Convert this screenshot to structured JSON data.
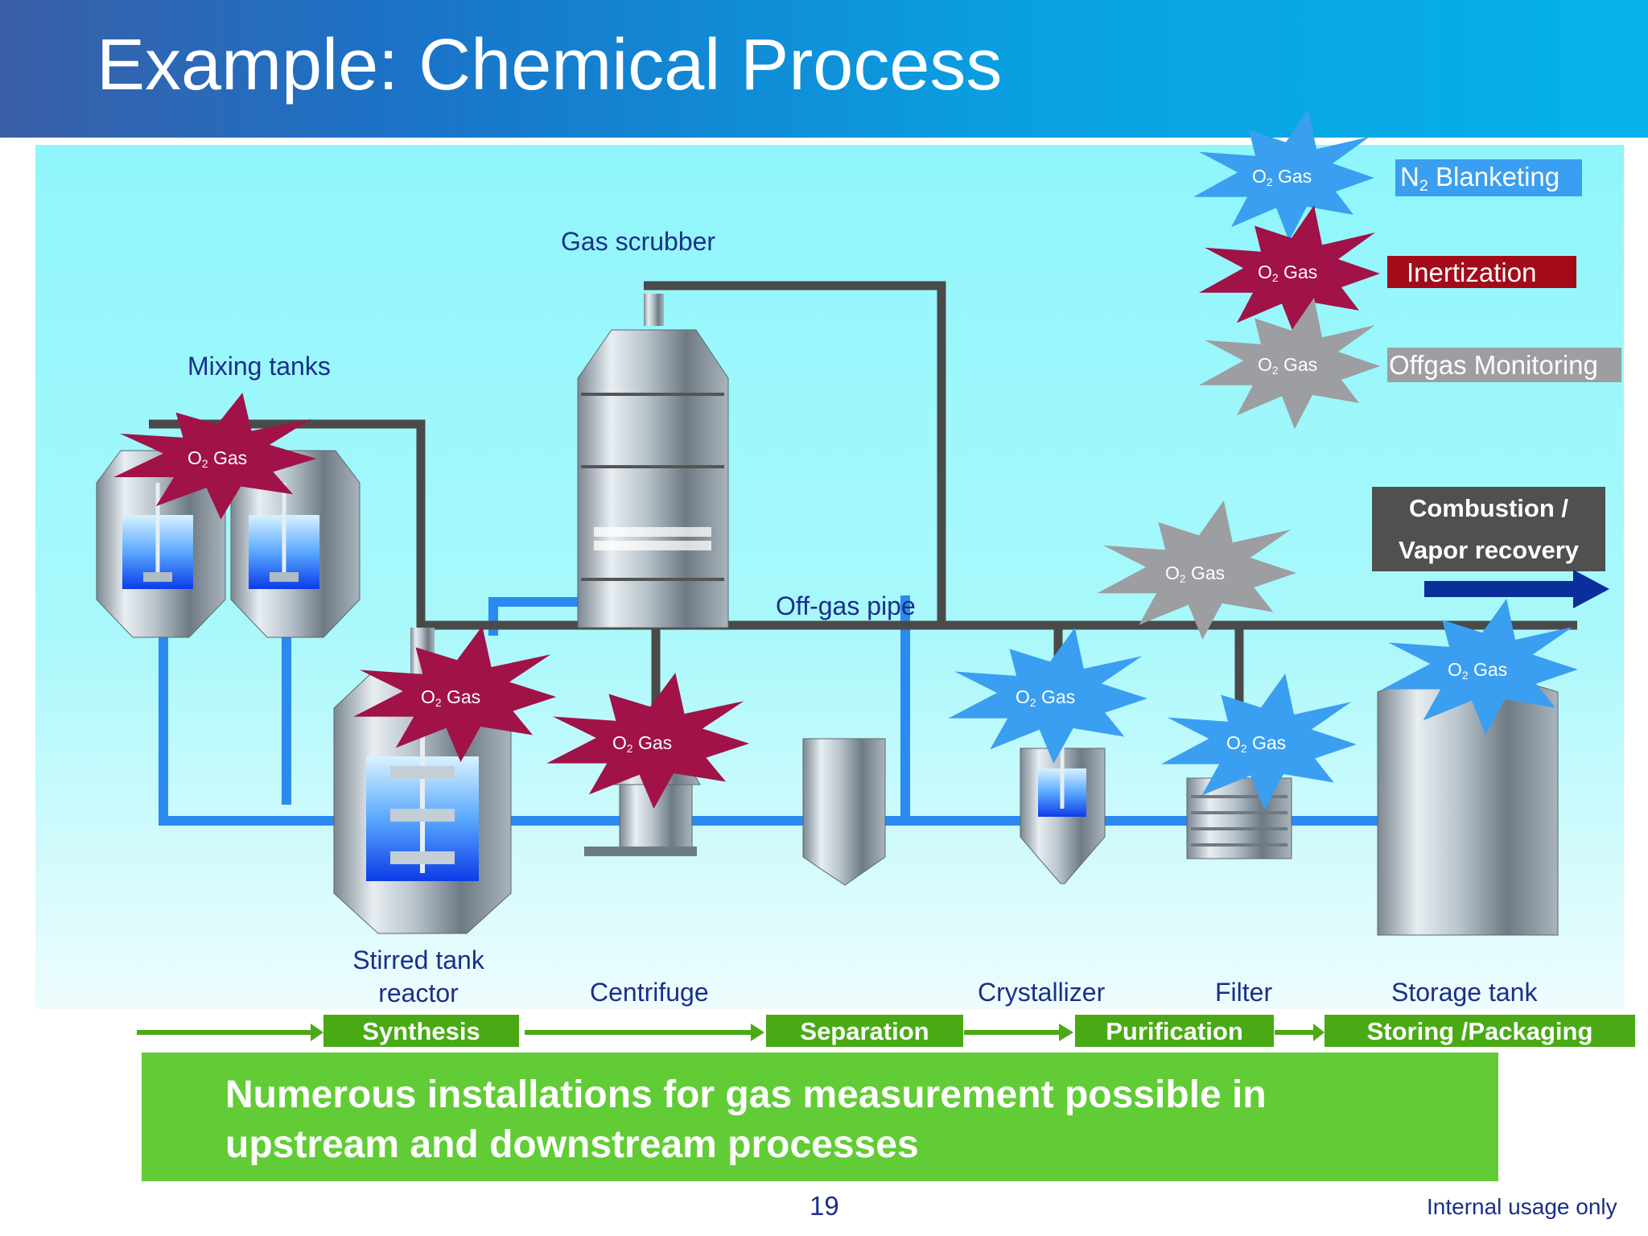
{
  "slide": {
    "title": "Example: Chemical Process",
    "page_number": "19",
    "footer_note": "Internal usage only"
  },
  "labels": {
    "mixing_tanks": "Mixing tanks",
    "gas_scrubber": "Gas scrubber",
    "off_gas_pipe": "Off-gas pipe",
    "stirred_tank_line1": "Stirred tank",
    "stirred_tank_line2": "reactor",
    "centrifuge": "Centrifuge",
    "crystallizer": "Crystallizer",
    "filter": "Filter",
    "storage_tank": "Storage tank",
    "combustion_line1": "Combustion /",
    "combustion_line2": "Vapor recovery"
  },
  "gas": {
    "element": "O",
    "subscript": "2",
    "word": "Gas"
  },
  "legend": {
    "blanketing": {
      "element": "N",
      "subscript": "2",
      "text": "Blanketing",
      "color": "#3a9ff0"
    },
    "inertization": {
      "text": "Inertization",
      "color": "#a40b1a"
    },
    "offgas": {
      "text": "Offgas Monitoring",
      "color": "#9c9ea2"
    }
  },
  "colors": {
    "burst_blue": "#3a9ff0",
    "burst_red": "#a01248",
    "burst_grey": "#9c9ea2",
    "pipe_dark": "#4a4a4a",
    "pipe_blue": "#2a8af0",
    "stage_green": "#4aaa16",
    "banner_green": "#62cc36"
  },
  "stages": [
    "Synthesis",
    "Separation",
    "Purification",
    "Storing /Packaging"
  ],
  "banner": {
    "line1": "Numerous installations for gas measurement possible in",
    "line2": "upstream and downstream processes"
  }
}
